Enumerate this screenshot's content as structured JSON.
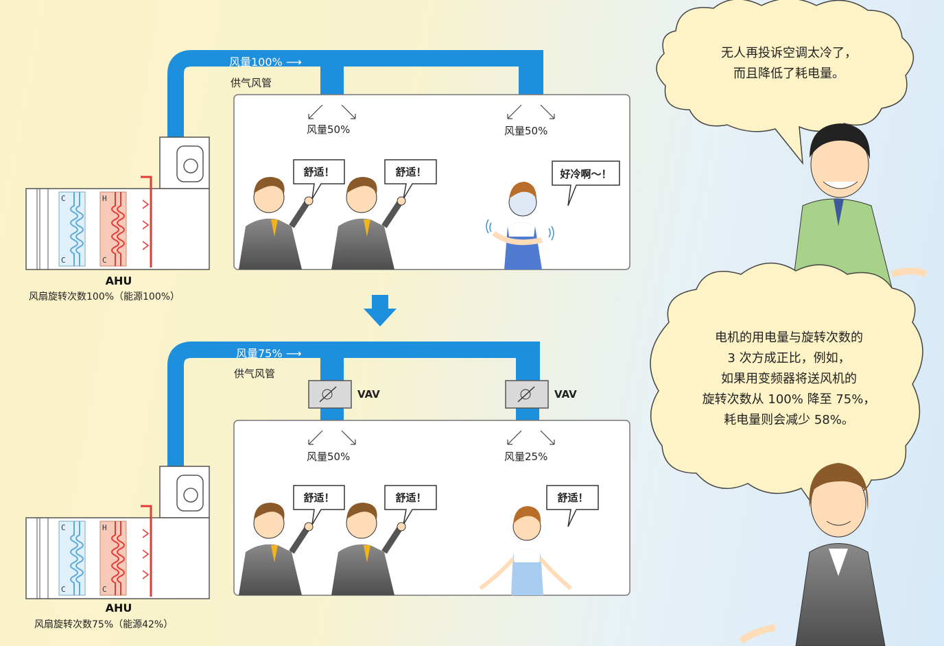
{
  "colors": {
    "duct": "#1d8fdc",
    "heater": "#e53935",
    "cool": "#7cc3e8",
    "accent": "#1d8fdc"
  },
  "top": {
    "flow_label": "风量100% ⟶",
    "duct_label": "供气风管",
    "outlet_left": "风量50%",
    "outlet_right": "风量50%",
    "bubble_1": "舒适！",
    "bubble_2": "舒适！",
    "bubble_3": "好冷啊～！",
    "ahu_label": "AHU",
    "ahu_sub": "风扇旋转次数100%（能源100%）"
  },
  "bottom": {
    "flow_label": "风量75% ⟶",
    "duct_label": "供气风管",
    "vav_left": "VAV",
    "vav_right": "VAV",
    "outlet_left": "风量50%",
    "outlet_right": "风量25%",
    "bubble_1": "舒适！",
    "bubble_2": "舒适！",
    "bubble_3": "舒适！",
    "ahu_label": "AHU",
    "ahu_sub": "风扇旋转次数75%（能源42%）"
  },
  "coil_labels": {
    "cool": "C",
    "heat": "H"
  },
  "cloud_top": {
    "line1": "无人再投诉空调太冷了，",
    "line2": "而且降低了耗电量。"
  },
  "cloud_bottom": {
    "line1": "电机的用电量与旋转次数的",
    "line2": "3 次方成正比，例如，",
    "line3": "如果用变频器将送风机的",
    "line4": "旋转次数从 100% 降至 75%，",
    "line5": "耗电量则会减少 58%。"
  }
}
